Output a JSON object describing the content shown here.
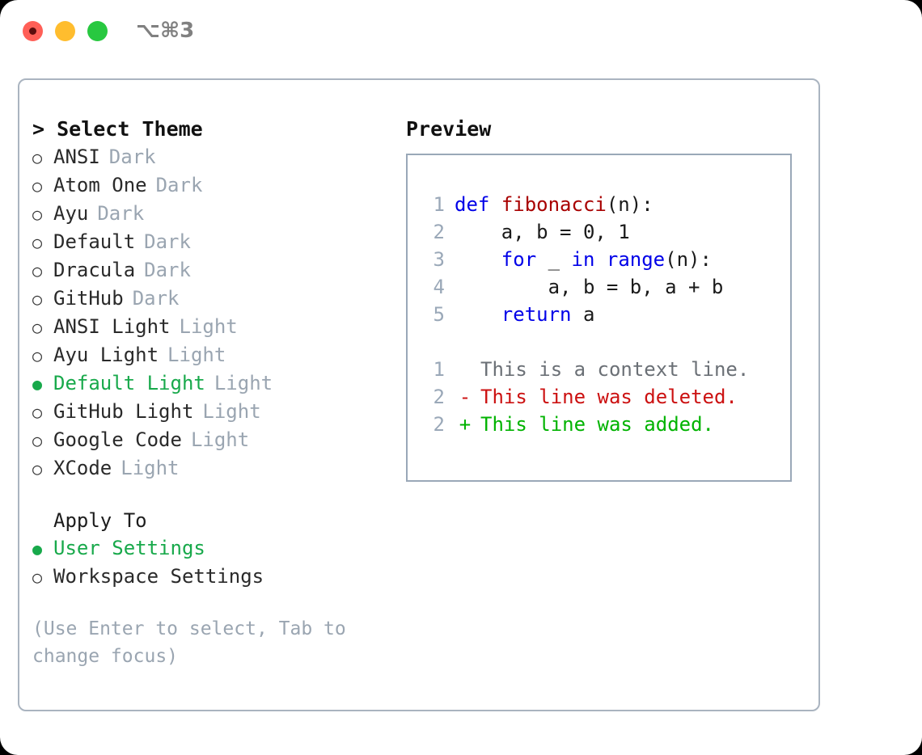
{
  "titlebar": {
    "shortcut": "⌥⌘3",
    "buttons": [
      {
        "name": "close",
        "color": "#ff5f57"
      },
      {
        "name": "minimize",
        "color": "#ffbd2e"
      },
      {
        "name": "maximize",
        "color": "#28c840"
      }
    ]
  },
  "theme_panel": {
    "header": "> Select Theme",
    "selected_theme": "Default Light",
    "items": [
      {
        "marker": "○",
        "name": "ANSI",
        "kind": "Dark",
        "selected": false
      },
      {
        "marker": "○",
        "name": "Atom One",
        "kind": "Dark",
        "selected": false
      },
      {
        "marker": "○",
        "name": "Ayu",
        "kind": "Dark",
        "selected": false
      },
      {
        "marker": "○",
        "name": "Default",
        "kind": "Dark",
        "selected": false
      },
      {
        "marker": "○",
        "name": "Dracula",
        "kind": "Dark",
        "selected": false
      },
      {
        "marker": "○",
        "name": "GitHub",
        "kind": "Dark",
        "selected": false
      },
      {
        "marker": "○",
        "name": "ANSI Light",
        "kind": "Light",
        "selected": false
      },
      {
        "marker": "○",
        "name": "Ayu Light",
        "kind": "Light",
        "selected": false
      },
      {
        "marker": "●",
        "name": "Default Light",
        "kind": "Light",
        "selected": true
      },
      {
        "marker": "○",
        "name": "GitHub Light",
        "kind": "Light",
        "selected": false
      },
      {
        "marker": "○",
        "name": "Google Code",
        "kind": "Light",
        "selected": false
      },
      {
        "marker": "○",
        "name": "XCode",
        "kind": "Light",
        "selected": false
      }
    ]
  },
  "apply_to": {
    "title": "Apply To",
    "selected": "User Settings",
    "options": [
      {
        "marker": "●",
        "label": "User Settings",
        "selected": true
      },
      {
        "marker": "○",
        "label": "Workspace Settings",
        "selected": false
      }
    ]
  },
  "hint": "(Use Enter to select, Tab to change focus)",
  "preview": {
    "title": "Preview",
    "code_lines": [
      {
        "no": "1",
        "tokens": [
          {
            "t": "def",
            "c": "kw"
          },
          {
            "t": " ",
            "c": "plain"
          },
          {
            "t": "fibonacci",
            "c": "fn"
          },
          {
            "t": "(n):",
            "c": "plain"
          }
        ]
      },
      {
        "no": "2",
        "tokens": [
          {
            "t": "    a, b = 0, 1",
            "c": "plain"
          }
        ]
      },
      {
        "no": "3",
        "tokens": [
          {
            "t": "    ",
            "c": "plain"
          },
          {
            "t": "for",
            "c": "kw"
          },
          {
            "t": " _ ",
            "c": "plain"
          },
          {
            "t": "in",
            "c": "kw"
          },
          {
            "t": " ",
            "c": "plain"
          },
          {
            "t": "range",
            "c": "kw"
          },
          {
            "t": "(n):",
            "c": "plain"
          }
        ]
      },
      {
        "no": "4",
        "tokens": [
          {
            "t": "        a, b = b, a + b",
            "c": "plain"
          }
        ]
      },
      {
        "no": "5",
        "tokens": [
          {
            "t": "    ",
            "c": "plain"
          },
          {
            "t": "return",
            "c": "kw"
          },
          {
            "t": " a",
            "c": "plain"
          }
        ]
      }
    ],
    "diff_lines": [
      {
        "no": "1",
        "sign": " ",
        "text": "This is a context line.",
        "kind": "context"
      },
      {
        "no": "2",
        "sign": "-",
        "text": "This line was deleted.",
        "kind": "deleted"
      },
      {
        "no": "2",
        "sign": "+",
        "text": "This line was added.",
        "kind": "added"
      }
    ]
  },
  "colors": {
    "accent_green": "#18a94b",
    "muted": "#9aa5b1",
    "keyword_blue": "#0000e8",
    "function_red": "#a80000",
    "diff_added": "#00b300",
    "diff_deleted": "#cc1111",
    "border": "#aab4c0"
  }
}
